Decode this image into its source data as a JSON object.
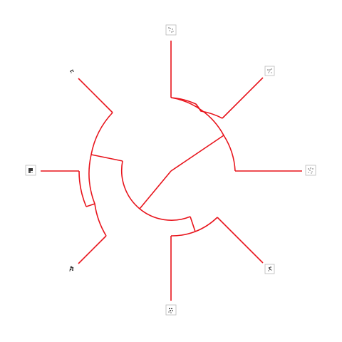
{
  "diagram": {
    "type": "circular-tree",
    "branch_color": "#e8141c",
    "leaf_icon_border": "#b9b9b9",
    "leaf_icon_glyph": "#555555",
    "leaves": [
      {
        "name": "leaf-top",
        "icon": "sparse-dots-icon"
      },
      {
        "name": "leaf-upper-right",
        "icon": "scatter-dots-icon"
      },
      {
        "name": "leaf-right",
        "icon": "scatter-dots-icon"
      },
      {
        "name": "leaf-lower-right",
        "icon": "cluster-dots-icon"
      },
      {
        "name": "leaf-bottom",
        "icon": "cluster-dots-icon"
      },
      {
        "name": "leaf-lower-left",
        "icon": "dense-cluster-icon"
      },
      {
        "name": "leaf-left",
        "icon": "square-pattern-icon"
      },
      {
        "name": "leaf-upper-left",
        "icon": "small-cluster-icon"
      }
    ]
  }
}
